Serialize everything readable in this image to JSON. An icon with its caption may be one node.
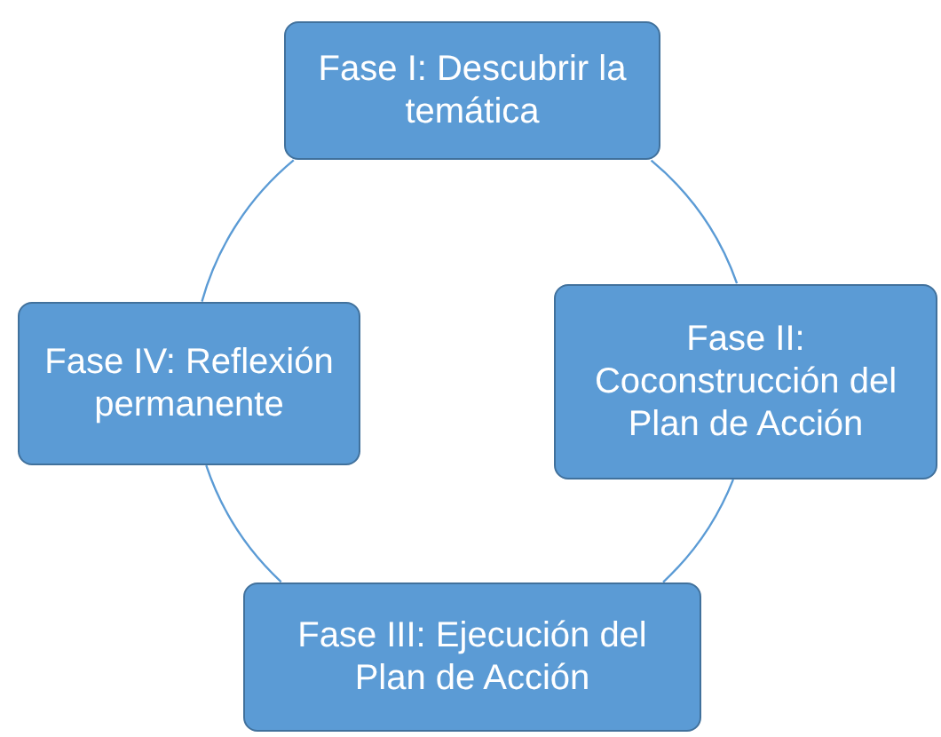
{
  "diagram": {
    "nodes": [
      {
        "text": [
          "Fase I: Descubrir la temática"
        ]
      },
      {
        "text": [
          "Fase II: Coconstrucción del Plan de Acción"
        ]
      },
      {
        "text": [
          "Fase III: Ejecución del Plan de Acción"
        ]
      },
      {
        "text": [
          "Fase IV: Reflexión permanente"
        ]
      }
    ],
    "edges": [
      {
        "from": 0,
        "to": 1,
        "arrow": "none"
      },
      {
        "from": 1,
        "to": 2,
        "arrow": "none"
      },
      {
        "from": 2,
        "to": 3,
        "arrow": "none"
      },
      {
        "from": 3,
        "to": 0,
        "arrow": "none"
      }
    ]
  }
}
